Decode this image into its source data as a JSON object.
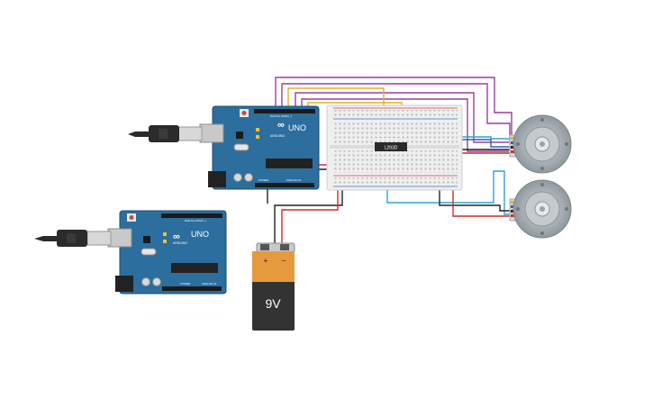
{
  "arduino_top": {
    "brand_text": "ARDUINO",
    "model_text": "UNO",
    "header_digital": "DIGITAL (PWM ~)",
    "header_power": "POWER",
    "header_analog": "ANALOG IN"
  },
  "arduino_bottom": {
    "brand_text": "ARDUINO",
    "model_text": "UNO",
    "header_digital": "DIGITAL (PWM ~)",
    "header_power": "POWER",
    "header_analog": "ANALOG IN"
  },
  "breadboard": {
    "chip_label": "L293D"
  },
  "battery": {
    "voltage_label": "9V",
    "plus_label": "+",
    "minus_label": "−"
  },
  "icons": [
    "usb-cable-icon",
    "dc-motor-icon",
    "battery-icon"
  ],
  "colors": {
    "board_blue": "#2c6e9e",
    "wire_red": "#d42a2a",
    "wire_black": "#222222",
    "wire_purple": "#9a3fa0",
    "wire_yellow": "#e3b021",
    "wire_cyan": "#2aa6d6",
    "battery_orange": "#e69a3c"
  }
}
